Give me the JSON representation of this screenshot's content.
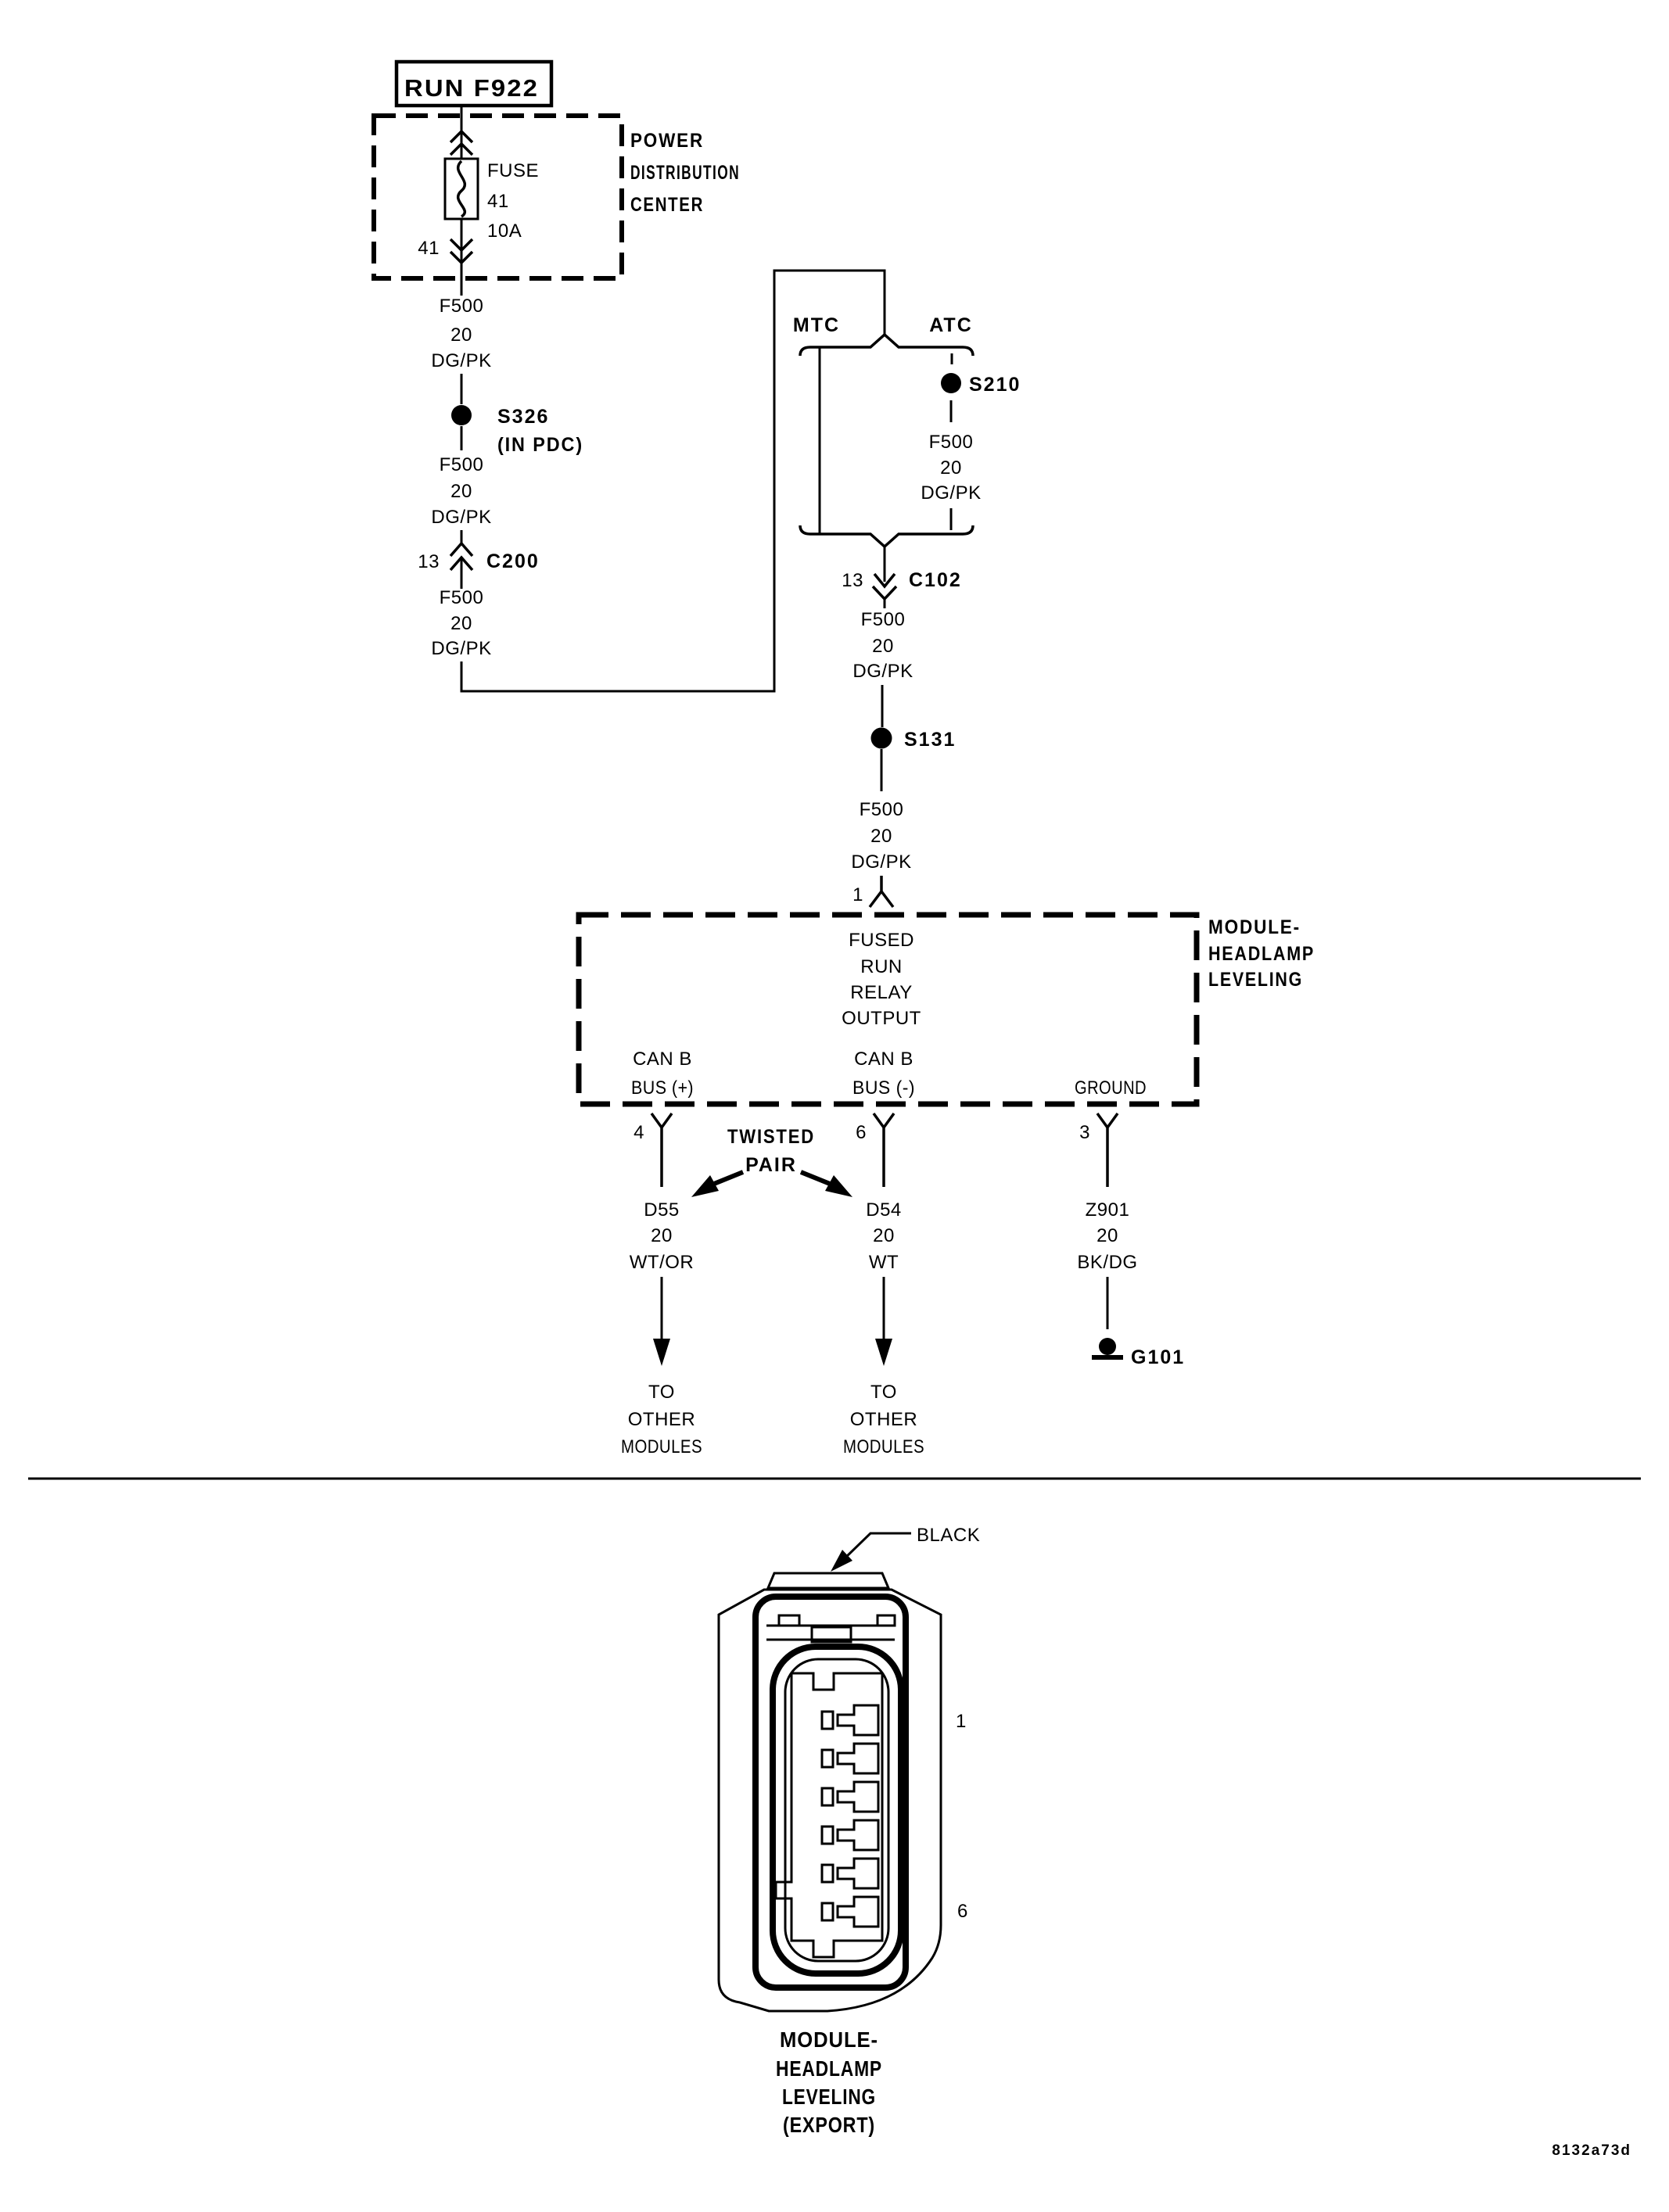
{
  "doc": {
    "footer_code": "8132a73d"
  },
  "pdc": {
    "feed": "RUN F922",
    "title": [
      "POWER",
      "DISTRIBUTION",
      "CENTER"
    ],
    "fuse_name": "FUSE",
    "fuse_no": "41",
    "fuse_rating": "10A",
    "exit_pin": "41"
  },
  "wire_f500": {
    "circuit": "F500",
    "gauge": "20",
    "color": "DG/PK"
  },
  "splices": {
    "s326": "S326",
    "s326_note": "(IN PDC)",
    "s210": "S210",
    "s131": "S131"
  },
  "connectors": {
    "c200": "C200",
    "c200_pin": "13",
    "c102": "C102",
    "c102_pin": "13"
  },
  "branches": {
    "left": "MTC",
    "right": "ATC"
  },
  "module": {
    "name": [
      "MODULE-",
      "HEADLAMP",
      "LEVELING"
    ],
    "pin1": {
      "no": "1",
      "fn": [
        "FUSED",
        "RUN",
        "RELAY",
        "OUTPUT"
      ]
    },
    "pin4": {
      "no": "4",
      "fn1": "CAN B",
      "fn2": "BUS (+)",
      "wire": {
        "circuit": "D55",
        "gauge": "20",
        "color": "WT/OR"
      },
      "dest": [
        "TO",
        "OTHER",
        "MODULES"
      ]
    },
    "pin6": {
      "no": "6",
      "fn1": "CAN B",
      "fn2": "BUS (-)",
      "wire": {
        "circuit": "D54",
        "gauge": "20",
        "color": "WT"
      },
      "dest": [
        "TO",
        "OTHER",
        "MODULES"
      ]
    },
    "pin3": {
      "no": "3",
      "fn1": "GROUND",
      "wire": {
        "circuit": "Z901",
        "gauge": "20",
        "color": "BK/DG"
      },
      "ground": "G101"
    }
  },
  "twisted_pair": [
    "TWISTED",
    "PAIR"
  ],
  "connector_fig": {
    "color": "BLACK",
    "first_pin": "1",
    "last_pin": "6",
    "caption": [
      "MODULE-",
      "HEADLAMP",
      "LEVELING",
      "(EXPORT)"
    ]
  },
  "colors": {
    "ink": "#000000",
    "bg": "#ffffff"
  }
}
